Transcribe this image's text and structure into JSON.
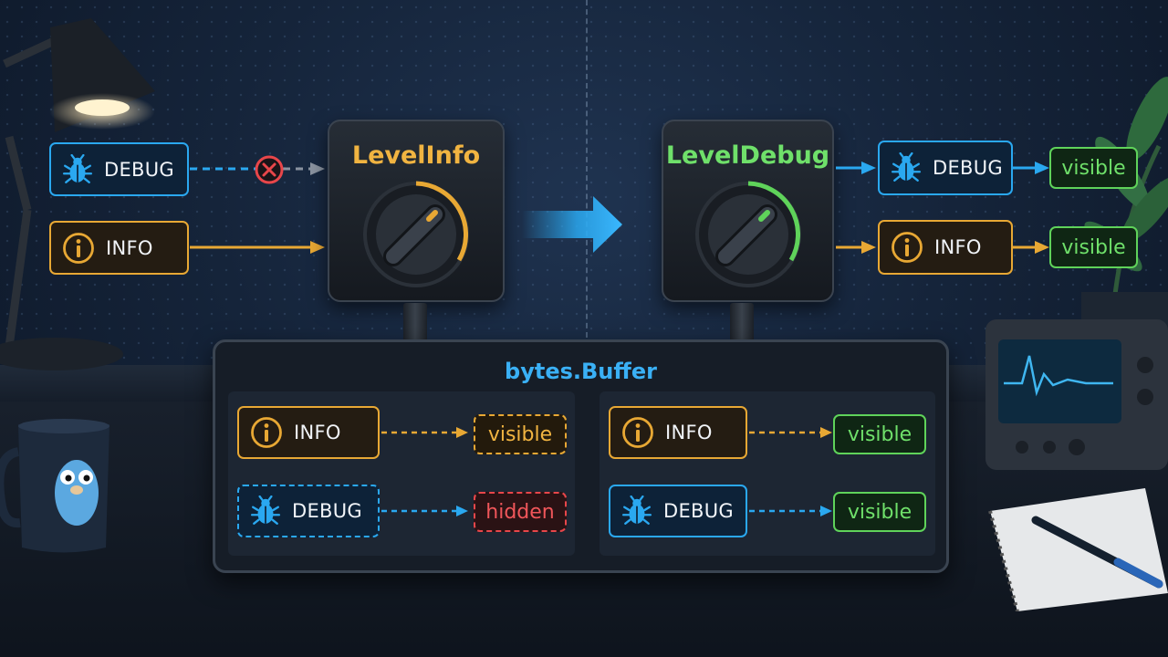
{
  "colors": {
    "debug_blue": "#2aa8f0",
    "info_amber": "#e8a834",
    "visible_green": "#5fd35a",
    "hidden_red": "#e8464a",
    "buffer_title_blue": "#3ab0f5"
  },
  "icons": {
    "debug": "bug-icon",
    "info": "info-circle-icon",
    "blocked": "x-circle-icon",
    "transition": "big-right-arrow-icon"
  },
  "left": {
    "panel_title": "LevelInfo",
    "input_debug_label": "DEBUG",
    "input_info_label": "INFO"
  },
  "right": {
    "panel_title": "LevelDebug",
    "debug_label": "DEBUG",
    "info_label": "INFO",
    "debug_result": "visible",
    "info_result": "visible"
  },
  "buffer": {
    "title": "bytes.Buffer",
    "left": {
      "info_label": "INFO",
      "info_result": "visible",
      "debug_label": "DEBUG",
      "debug_result": "hidden"
    },
    "right": {
      "info_label": "INFO",
      "info_result": "visible",
      "debug_label": "DEBUG",
      "debug_result": "visible"
    }
  }
}
